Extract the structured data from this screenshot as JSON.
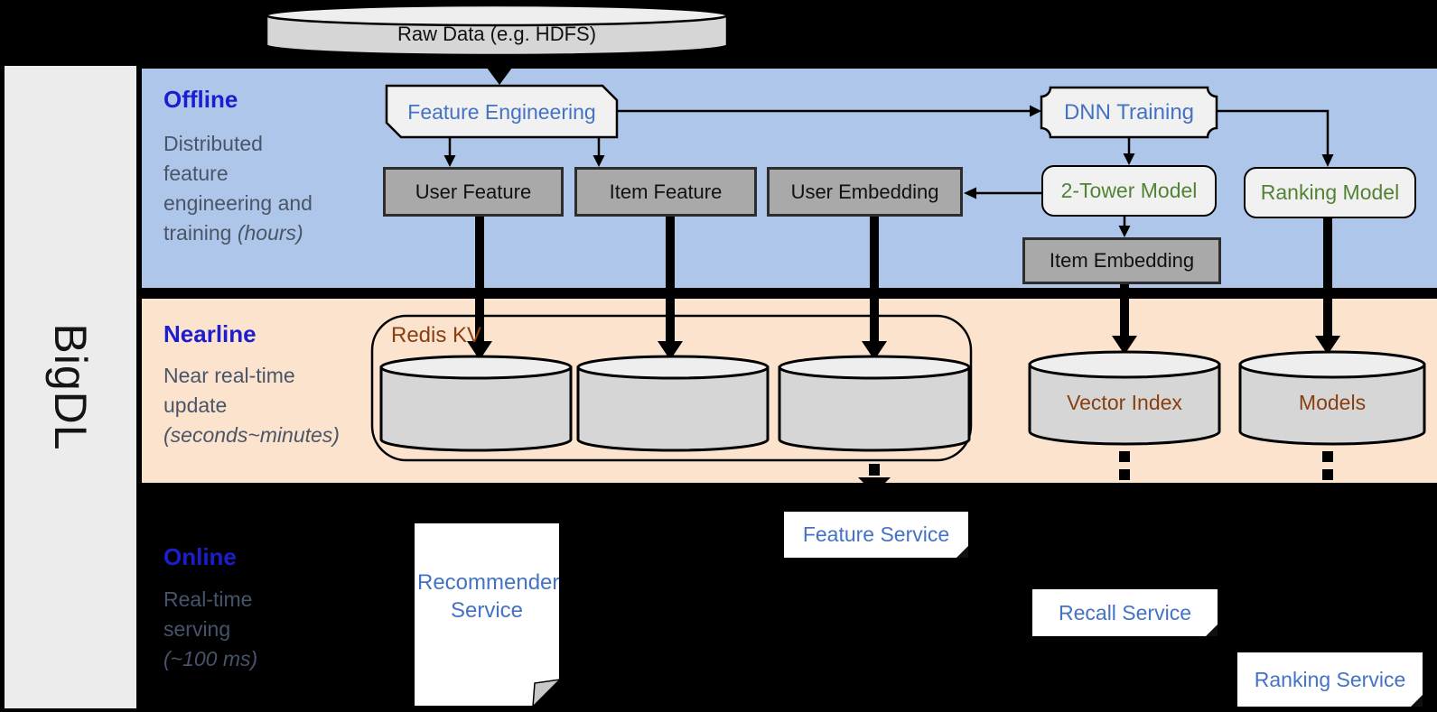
{
  "brand": {
    "label": "BigDL"
  },
  "source_node": {
    "label": "Raw Data (e.g. HDFS)"
  },
  "bands": {
    "offline": {
      "title": "Offline",
      "desc_line1": "Distributed",
      "desc_line2": "feature",
      "desc_line3": "engineering and",
      "desc_line4_prefix": "training ",
      "desc_line4_italic": "(hours)"
    },
    "nearline": {
      "title": "Nearline",
      "desc_line1": "Near real-time",
      "desc_line2": "update",
      "desc_line3_italic": "(seconds~minutes)"
    },
    "online": {
      "title": "Online",
      "desc_line1": "Real-time",
      "desc_line2": "serving",
      "desc_line3_italic": "(~100 ms)"
    }
  },
  "nodes": {
    "feature_engineering": "Feature Engineering",
    "dnn_training": "DNN Training",
    "user_feature": "User Feature",
    "item_feature": "Item Feature",
    "user_embedding": "User Embedding",
    "two_tower_model": "2-Tower Model",
    "ranking_model": "Ranking Model",
    "item_embedding": "Item Embedding",
    "redis_kv": "Redis KV",
    "vector_index": "Vector Index",
    "models": "Models",
    "recommender_service": "Recommender Service",
    "feature_service": "Feature Service",
    "recall_service": "Recall Service",
    "ranking_service": "Ranking Service"
  },
  "colors": {
    "offline_band_bg": "#aec6e9",
    "nearline_band_bg": "#fbe3ce",
    "background": "#000000",
    "band_title_blue": "#1d1dd0",
    "desc_gray": "#4a5668",
    "node_label_blue": "#4472c4",
    "model_green": "#548235",
    "storage_brown": "#8a3e10",
    "gray_box_fill": "#a9a9a9",
    "light_shape_fill": "#f1f1f1",
    "cylinder_fill": "#d6d6d6",
    "sidebar_fill": "#ececec"
  }
}
